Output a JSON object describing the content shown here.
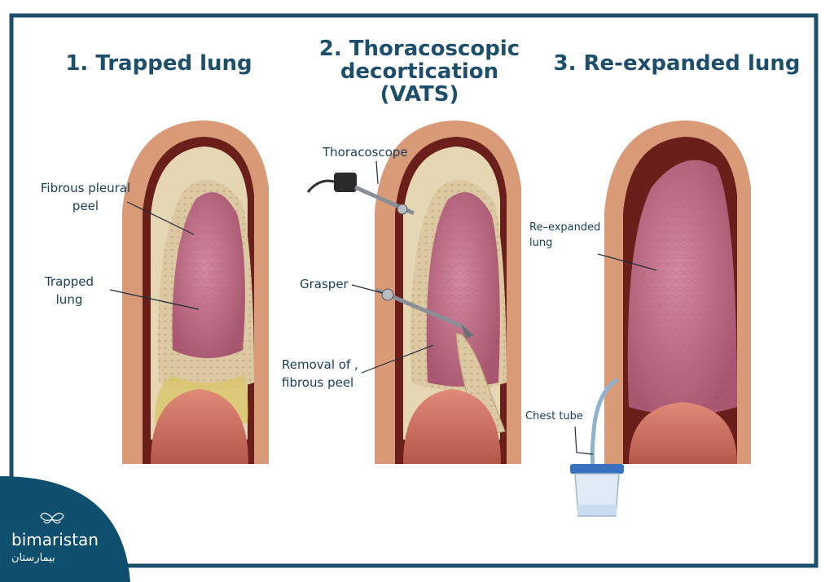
{
  "colors": {
    "frame": "#1d4e6b",
    "title": "#1d4e6b",
    "label": "#163e57",
    "brand": "#0f4f6e",
    "chest_wall": "#d99a78",
    "lung": "#c4788f",
    "peel": "#dcc8a2",
    "diaphragm": "#c9695a"
  },
  "panels": [
    {
      "title": "1. Trapped lung",
      "labels": {
        "peel": "Fibrous pleural peel",
        "lung": "Trapped lung"
      }
    },
    {
      "title": "2. Thoracoscopic decortication (VATS)",
      "labels": {
        "scope": "Thoracoscope",
        "grasper": "Grasper",
        "removal": "Removal of , fibrous peel"
      }
    },
    {
      "title": "3. Re-expanded lung",
      "labels": {
        "lung": "Re–expanded lung",
        "tube": "Chest tube"
      }
    }
  ],
  "brand": {
    "name": "bimaristan",
    "arabic": "بيمارستان",
    "icon": "butterfly-icon"
  }
}
